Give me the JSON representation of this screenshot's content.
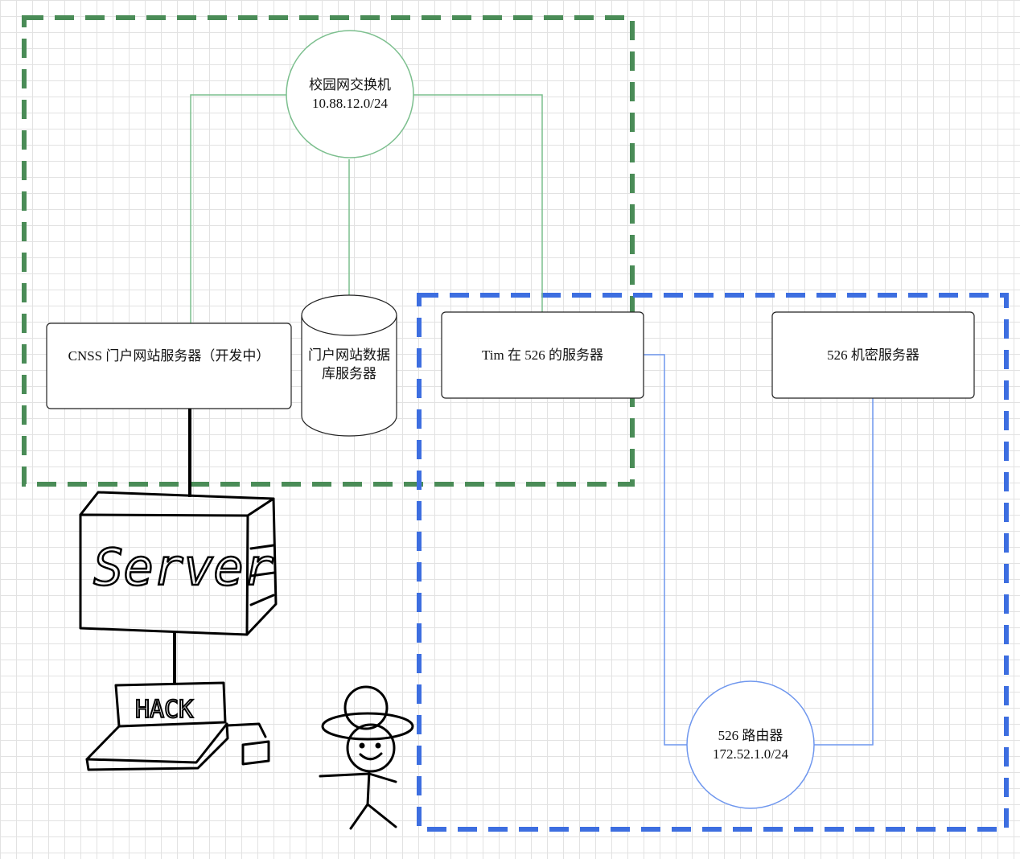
{
  "colors": {
    "green_zone": "#4a8c57",
    "blue_zone": "#3d6ee0",
    "green_link": "#7cbf8e",
    "blue_link": "#6f97ee",
    "box_border": "#222222"
  },
  "nodes": {
    "campus_switch": {
      "name": "校园网交换机",
      "subnet": "10.88.12.0/24"
    },
    "cnss_server": {
      "label": "CNSS 门户网站服务器（开发中）"
    },
    "db_server": {
      "line1": "门户网站数据",
      "line2": "库服务器"
    },
    "tim_server": {
      "label": "Tim 在 526 的服务器"
    },
    "secret_server": {
      "label": "526 机密服务器"
    },
    "router_526": {
      "name": "526 路由器",
      "subnet": "172.52.1.0/24"
    }
  },
  "sketch": {
    "server_text": "Server",
    "laptop_text": "HACK"
  }
}
